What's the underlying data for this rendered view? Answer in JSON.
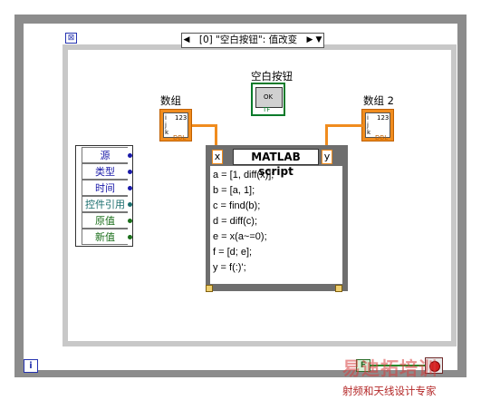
{
  "event_structure": {
    "case_label": "[0] \"空白按钮\": 值改变",
    "left_arrow": "◀",
    "right_arrow": "▶",
    "dropdown_arrow": "▼"
  },
  "event_node": {
    "items": [
      {
        "label": "源",
        "color": "#1a1aa8"
      },
      {
        "label": "类型",
        "color": "#1a1aa8"
      },
      {
        "label": "时间",
        "color": "#1a1aa8"
      },
      {
        "label": "控件引用",
        "color": "#1a6e6e"
      },
      {
        "label": "原值",
        "color": "#1a6e1a"
      },
      {
        "label": "新值",
        "color": "#1a6e1a"
      }
    ]
  },
  "controls": {
    "array_in_label": "数组",
    "array_out_label": "数组 2",
    "button_label": "空白按钮",
    "button_face": "OK",
    "button_type": "TF",
    "array_num_type": "123",
    "array_dbl": "DBL",
    "index_i": "i",
    "index_j": "j",
    "index_k": "k"
  },
  "matlab": {
    "title": "MATLAB script",
    "input_var": "x",
    "output_var": "y",
    "lines": [
      "a = [1, diff(x)];",
      "b = [a, 1];",
      "c = find(b);",
      "d = diff(c);",
      "e = x(a~=0);",
      "f = [d; e];",
      "y = f(:)';"
    ]
  },
  "loop": {
    "iteration": "i",
    "stop_const": "F"
  },
  "watermark": {
    "logo": "易迪拓培训",
    "sub": "射频和天线设计专家"
  }
}
